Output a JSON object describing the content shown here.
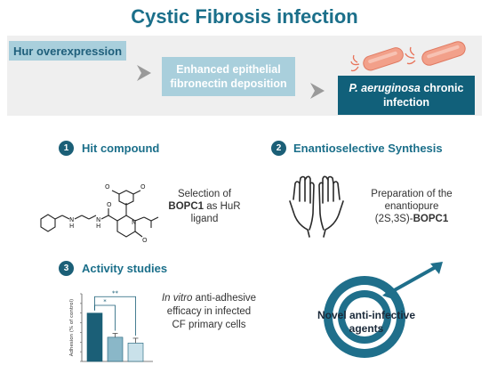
{
  "title": "Cystic Fibrosis infection",
  "flow": {
    "step1": "Hur overexpression",
    "step2": "Enhanced epithelial fibronectin deposition",
    "step3_italic": "P. aeruginosa",
    "step3_rest": " chronic infection"
  },
  "sections": {
    "s1": {
      "num": "1",
      "heading": "Hit compound",
      "desc_pre": "Selection of",
      "desc_bold": "BOPC1",
      "desc_post": " as HuR ligand"
    },
    "s2": {
      "num": "2",
      "heading": "Enantioselective Synthesis",
      "desc_pre": "Preparation of the enantiopure",
      "desc_stereo": "(2S,3S)-",
      "desc_bold": "BOPC1"
    },
    "s3": {
      "num": "3",
      "heading": "Activity studies",
      "desc_italic": "In vitro",
      "desc_rest": " anti-adhesive efficacy in infected CF primary cells"
    }
  },
  "outcome": "Novel anti-infective agents",
  "chart_data": {
    "type": "bar",
    "ylabel": "Adhesion (% of control)",
    "categories": [
      "",
      "",
      ""
    ],
    "values": [
      100,
      50,
      38
    ],
    "errors": [
      0,
      8,
      10
    ],
    "ylim": [
      0,
      140
    ],
    "yticks": [
      0,
      20,
      40,
      60,
      80,
      100,
      120,
      140
    ],
    "significance": [
      "*",
      "**"
    ],
    "colors": [
      "#1b5f77",
      "#8ab7c8",
      "#c9e1ea"
    ]
  }
}
